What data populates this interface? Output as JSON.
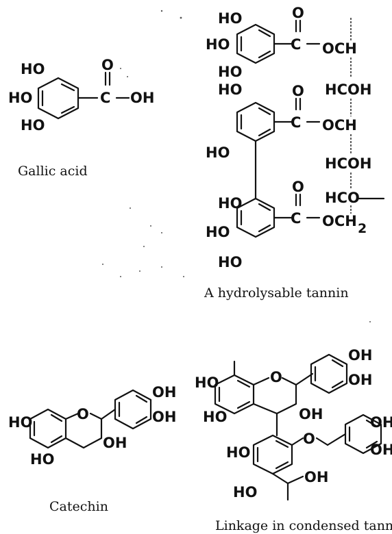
{
  "structures": [
    {
      "id": "gallic-acid",
      "caption": "Gallic acid",
      "labels": [
        "HO",
        "HO",
        "HO",
        "O",
        "C",
        "OH"
      ]
    },
    {
      "id": "hydrolysable-tannin",
      "caption": "A hydrolysable tannin",
      "labels": [
        "HO",
        "HO",
        "HO",
        "O",
        "C",
        "OCH",
        "HCOH",
        "HO",
        "O",
        "C",
        "OCH",
        "HO",
        "HCOH",
        "HO",
        "O",
        "HCO",
        "HO",
        "C",
        "OCH",
        "2",
        "HO"
      ]
    },
    {
      "id": "catechin",
      "caption": "Catechin",
      "labels": [
        "HO",
        "O",
        "OH",
        "OH",
        "OH",
        "HO"
      ]
    },
    {
      "id": "condensed-tannin-linkage",
      "caption": "Linkage in condensed tann",
      "labels": [
        "HO",
        "O",
        "OH",
        "OH",
        "HO",
        "OH",
        "HO",
        "O",
        "OH",
        "OH",
        "HO",
        "OH"
      ]
    }
  ]
}
